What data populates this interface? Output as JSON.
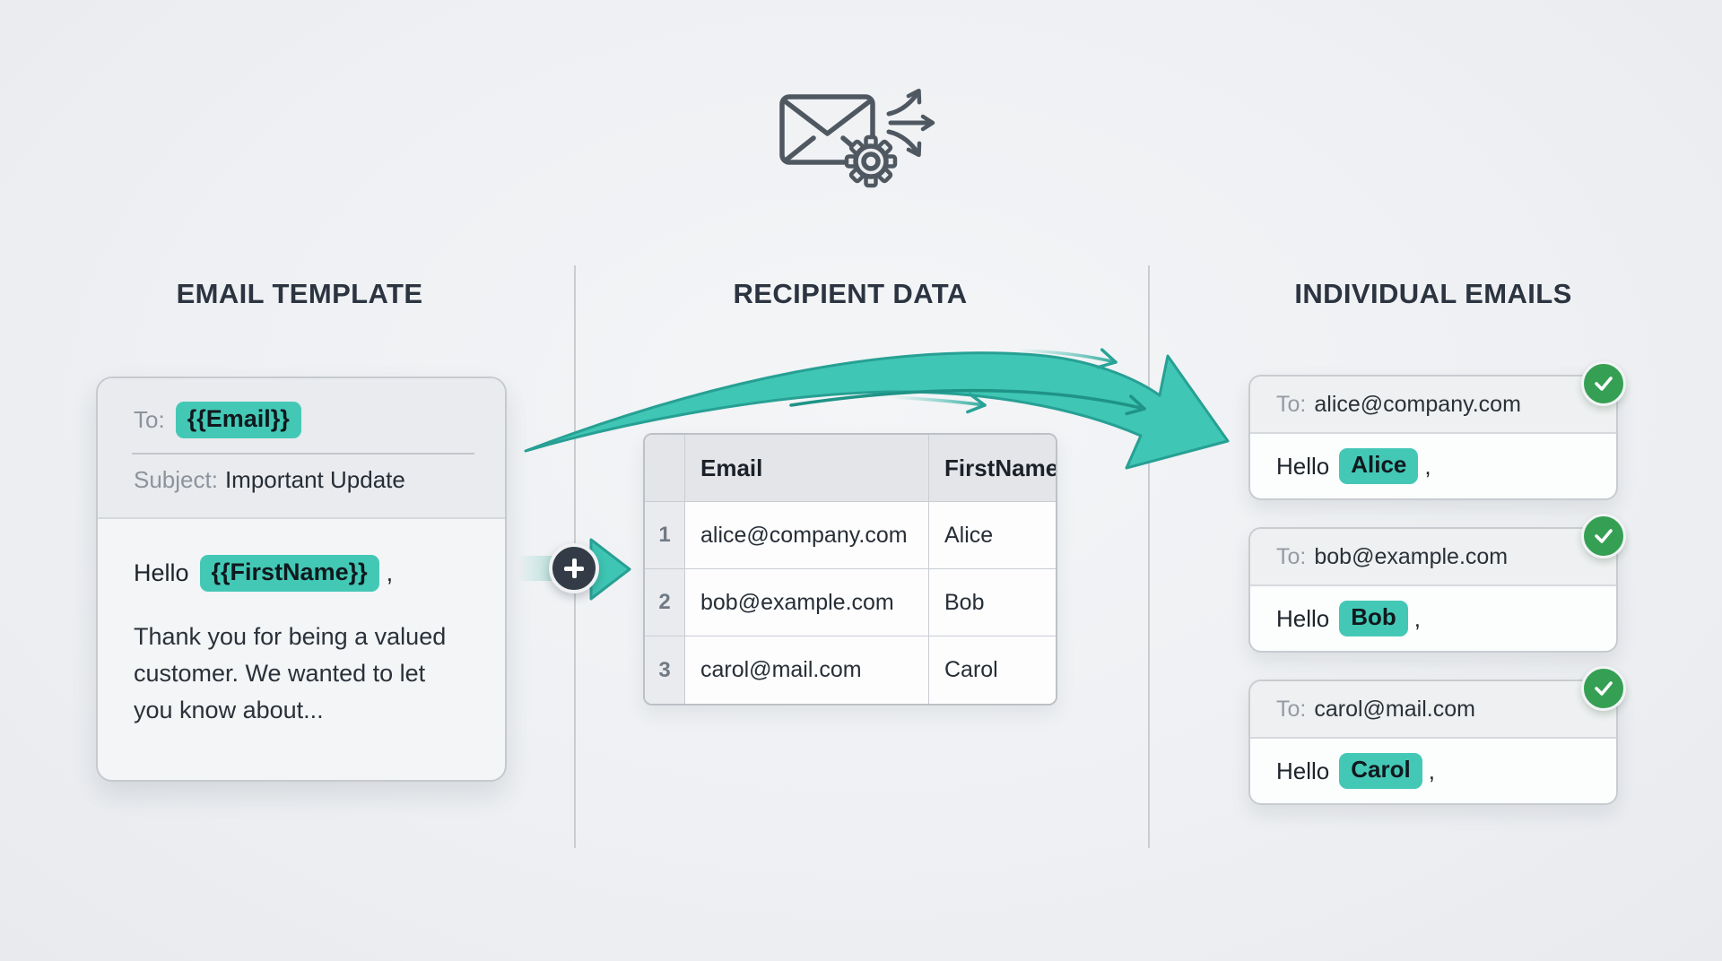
{
  "sections": [
    {
      "title": "EMAIL TEMPLATE"
    },
    {
      "title": "RECIPIENT DATA"
    },
    {
      "title": "INDIVIDUAL EMAILS"
    }
  ],
  "labels": {
    "to": "To:",
    "hello": "Hello",
    "comma": ","
  },
  "template": {
    "to_label": "To:",
    "to_placeholder": "{{Email}}",
    "subject_label": "Subject:",
    "subject_value": "Important Update",
    "greeting_prefix": "Hello",
    "greeting_placeholder": "{{FirstName}}",
    "greeting_suffix": ",",
    "body_lines": [
      "Thank you for being a valued",
      "customer. We wanted to let",
      "you know about..."
    ]
  },
  "recipient_table": {
    "columns": [
      "Email",
      "FirstName"
    ],
    "rows": [
      {
        "num": "1",
        "email": "alice@company.com",
        "first_name": "Alice"
      },
      {
        "num": "2",
        "email": "bob@example.com",
        "first_name": "Bob"
      },
      {
        "num": "3",
        "email": "carol@mail.com",
        "first_name": "Carol"
      }
    ]
  },
  "emails": [
    {
      "to": "alice@company.com",
      "name": "Alice"
    },
    {
      "to": "bob@example.com",
      "name": "Bob"
    },
    {
      "to": "carol@mail.com",
      "name": "Carol"
    }
  ],
  "icons": {
    "header": "envelope-with-gear-and-fanout-arrows",
    "connector": "plus-circle-with-right-arrowhead",
    "flow": "large-teal-swoosh-arrow",
    "status": "green-check-badge"
  },
  "colors": {
    "accent_teal": "#44C8B6",
    "arrow_teal": "#3FC6B4",
    "arrow_outline": "#27A094",
    "badge_green": "#35A053",
    "heading": "#2B3440",
    "background": "#EEF0F3",
    "icon_gray": "#4F5861"
  }
}
